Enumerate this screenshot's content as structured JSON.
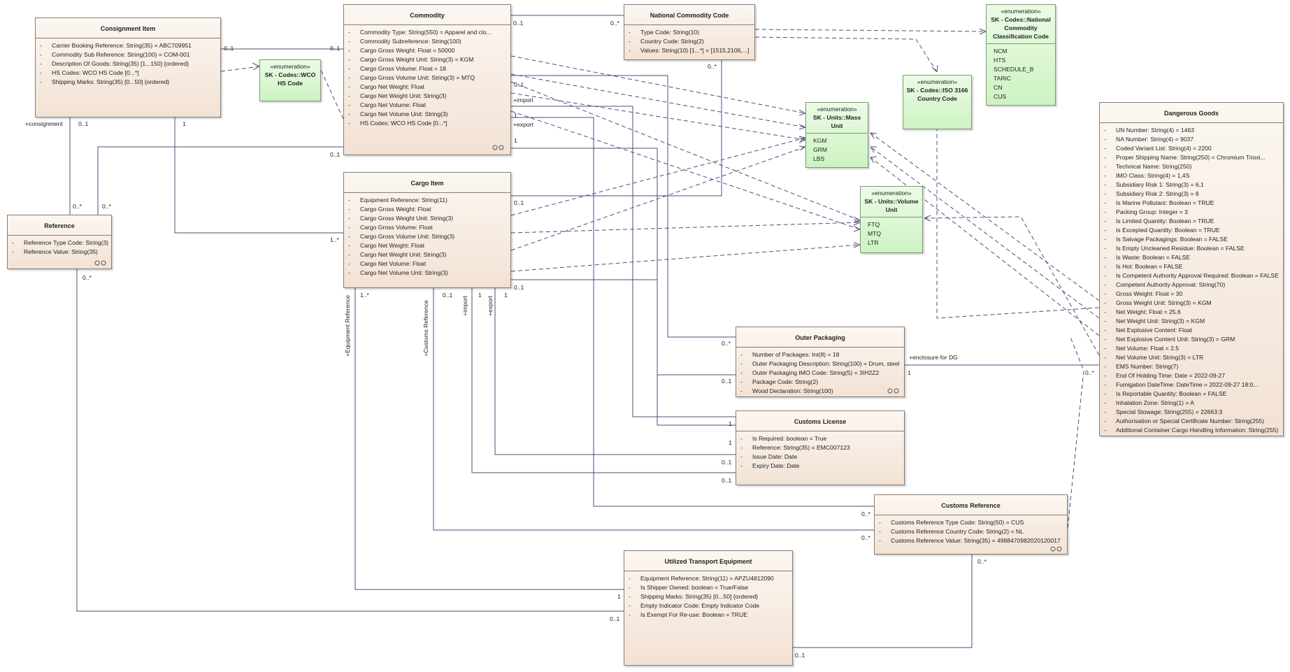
{
  "classes": {
    "consignment_item": {
      "title": "Consignment Item",
      "attrs": [
        "Carrier Booking Reference: String(35) = ABC709951",
        "Commodity Sub Reference: String(100) = COM-001",
        "Description Of Goods: String(35) [1...150] {ordered}",
        "HS Codes: WCO HS Code [0...*]",
        "Shipping Marks: String(35) [0...50] {ordered}"
      ]
    },
    "commodity": {
      "title": "Commodity",
      "attrs": [
        "Commodity Type: String(550) = Apparel and clo...",
        "Commodity Subreference: String(100)",
        "Cargo Gross Weight: Float = 50000",
        "Cargo Gross Weight Unit: String(3) = KGM",
        "Cargo Gross Volume: Float = 18",
        "Cargo Gross Volume Unit: String(3) = MTQ",
        "Cargo Net Weight: Float",
        "Cargo Net Weight Unit: String(3)",
        "Cargo Net Volume: Float",
        "Cargo Net Volume Unit: String(3)",
        "HS Codes: WCO HS Code [0...*]"
      ]
    },
    "national_commodity_code": {
      "title": "National Commodity Code",
      "attrs": [
        "Type Code: String(10)",
        "Country Code: String(2)",
        "Values: String(10) [1...*] = [1515,2106,...]"
      ]
    },
    "reference": {
      "title": "Reference",
      "attrs": [
        "Reference Type Code: String(3)",
        "Reference Value: String(35)"
      ]
    },
    "cargo_item": {
      "title": "Cargo Item",
      "attrs": [
        "Equipment Reference: String(11)",
        "Cargo Gross Weight: Float",
        "Cargo Gross Weight Unit: String(3)",
        "Cargo Gross Volume: Float",
        "Cargo Gross Volume Unit: String(3)",
        "Cargo Net Weight: Float",
        "Cargo Net Weight Unit: String(3)",
        "Cargo Net Volume: Float",
        "Cargo Net Volume Unit: String(3)"
      ]
    },
    "outer_packaging": {
      "title": "Outer Packaging",
      "attrs": [
        "Number of Packages: Int(8) = 18",
        "Outer Packaging Description: String(100) = Drum, steel",
        "Outer Packaging IMO Code: String(5) = 3IH2Z2",
        "Package Code: String(2)",
        "Wood Declaration: String(100)"
      ]
    },
    "customs_license": {
      "title": "Customs License",
      "attrs": [
        "Is Required: boolean = True",
        "Reference: String(35) = EMC007123",
        "Issue Date: Date",
        "Expiry Date: Date"
      ]
    },
    "customs_reference": {
      "title": "Customs Reference",
      "attrs": [
        "Customs Reference Type Code: String(50) = CUS",
        "Customs Reference Country Code: String(2) = NL",
        "Customs Reference Value: String(35) = 4988470982020120017"
      ]
    },
    "utilized_transport_equipment": {
      "title": "Utilized Transport Equipment",
      "attrs": [
        "Equipment Reference: String(11) = APZU4812090",
        "Is Shipper Owned: boolean = True/False",
        "Shipping Marks: String(35) [0...50] {ordered}",
        "Empty Indicator Code: Empty Indicator Code",
        "Is Exempt For Re-use: Boolean = TRUE"
      ]
    },
    "dangerous_goods": {
      "title": "Dangerous Goods",
      "attrs": [
        "UN Number: String(4) = 1463",
        "NA Number: String(4) = 9037",
        "Coded Variant List: String(4) = 2200",
        "Proper Shipping Name: String(250) = Chromium Trioxi...",
        "Technical Name: String(250)",
        "IMO Class: String(4) = 1,4S",
        "Subsidiary Risk 1: String(3) = 6,1",
        "Subsidiary Risk 2: String(3) = 8",
        "Is Marine Pollutant: Boolean = TRUE",
        "Packing Group: Integer = 3",
        "Is Limited Quantity: Boolean = TRUE",
        "Is Excepted Quantity: Boolean = TRUE",
        "Is Salvage Packagings: Boolean = FALSE",
        "Is Empty Uncleaned Residue: Boolean = FALSE",
        "Is Waste: Boolean = FALSE",
        "Is Hot: Boolean = FALSE",
        "Is Competent Authority Approval Required: Boolean = FALSE",
        "Competent Authority Approval: String(70)",
        "Gross Weight: Float = 30",
        "Gross Weight Unit: String(3) = KGM",
        "Net Weight: Float = 25.6",
        "Net Weight Unit: String(3) = KGM",
        "Net Explosive Content: Float",
        "Net Explosive Content Unit: String(3) = GRM",
        "Net Volume: Float = 2.5",
        "Net Volume Unit: String(3) = LTR",
        "EMS Number: String(7)",
        "End Of Holding Time: Date = 2022-09-27",
        "Fumigation DateTime: DateTime = 2022-09-27 18:0...",
        "Is Reportable Quantity: Boolean = FALSE",
        "Inhalation Zone: String(1) = A",
        "Special Stowage: String(255) = 22663:3",
        "Authorisation or Special Certificate Number: String(255)",
        "Additional Container Cargo Handling Information: String(255)"
      ]
    }
  },
  "enums": {
    "wco_hs": {
      "stereotype": "«enumeration»",
      "name": "SK - Codes::WCO HS Code",
      "literals": []
    },
    "national_classification": {
      "stereotype": "«enumeration»",
      "name": "SK - Codes::National Commodity Classification Code",
      "literals": [
        "NCM",
        "HTS",
        "SCHEDULE_B",
        "TARIC",
        "CN",
        "CUS"
      ]
    },
    "iso3166": {
      "stereotype": "«enumeration»",
      "name": "SK - Codes::ISO 3166 Country Code",
      "literals": []
    },
    "mass_unit": {
      "stereotype": "«enumeration»",
      "name": "SK - Units::Mass Unit",
      "literals": [
        "KGM",
        "GRM",
        "LBS"
      ]
    },
    "volume_unit": {
      "stereotype": "«enumeration»",
      "name": "SK - Units::Volume Unit",
      "literals": [
        "FTQ",
        "MTQ",
        "LTR"
      ]
    }
  },
  "labels": {
    "ci_commodity_src": "0..1",
    "ci_commodity_dst": "0..1",
    "commodity_ncc_src": "0..1",
    "commodity_ncc_dst": "0..*",
    "consignment_role": "+consignment",
    "ci_ref_mult": "0..1",
    "ci_cargo_mult": "1",
    "ref_mult_a": "0..*",
    "ref_mult_b": "0..*",
    "ref_mult_bottom": "0..*",
    "commodity_bottom": "0..1",
    "commodity_import": "+import",
    "commodity_export": "+export",
    "commodity_one_a": "1",
    "commodity_one_b": "1",
    "commodity_zero_one": "0..1",
    "ncc_mult_bottom": "0..*",
    "cargo_item_many": "1..*",
    "cargo_zero_one_a": "0..1",
    "cargo_zero_one_b": "0..1",
    "cargo_bottom_many": "1..*",
    "cargo_bottom_zero_one": "0..1",
    "cargo_bottom_one_a": "1",
    "cargo_bottom_one_b": "1",
    "role_equipment_reference": "+Equipment Reference",
    "role_customs_reference": "+Customs Reference",
    "role_import": "+import",
    "role_export": "+export",
    "op_many": "0..*",
    "op_zero_one": "0..1",
    "enclosure_role": "+enclosure for DG",
    "enclosure_one": "1",
    "dg_many": "0..*",
    "cl_one_a": "1",
    "cl_one_b": "1",
    "cl_zero_one_a": "0..1",
    "cl_zero_one_b": "0..1",
    "cr_many_a": "0..*",
    "cr_many_b": "0..*",
    "cr_bottom_many": "0..*",
    "ute_one": "1",
    "ute_zero_one_a": "0..1",
    "ute_zero_one_b": "0..1"
  }
}
